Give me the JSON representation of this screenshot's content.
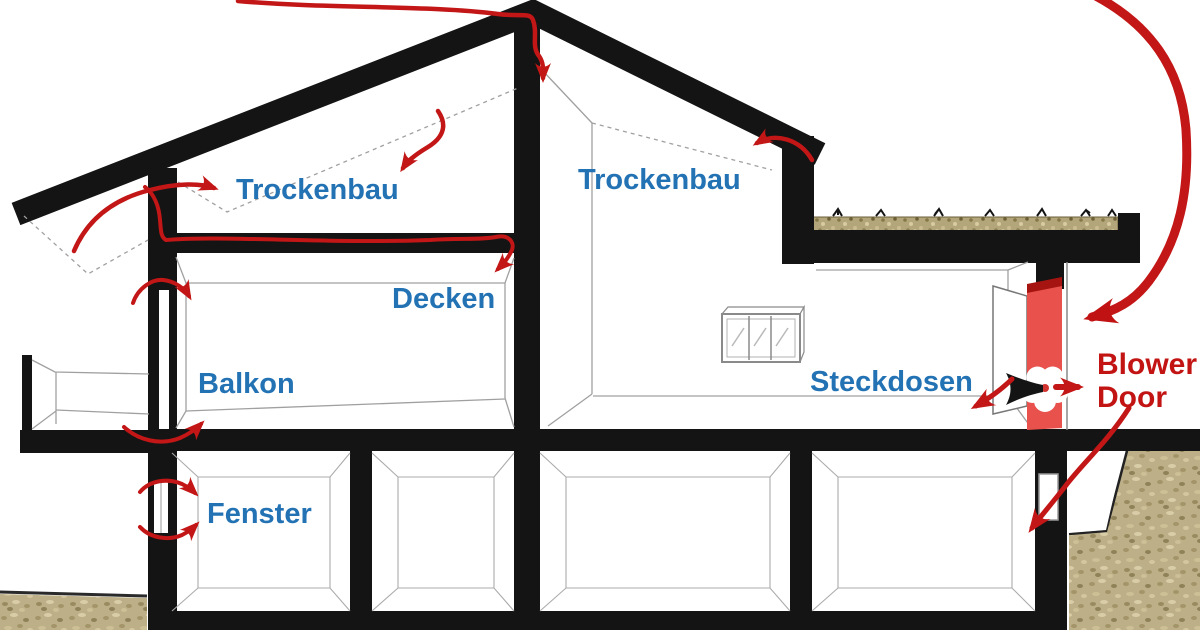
{
  "diagram": {
    "labels": {
      "trockenbau_left": "Trockenbau",
      "trockenbau_right": "Trockenbau",
      "decken": "Decken",
      "balkon": "Balkon",
      "fenster": "Fenster",
      "steckdosen": "Steckdosen"
    },
    "blower_door": {
      "line1": "Blower",
      "line2": "Door"
    },
    "colors": {
      "label_blue": "#2272b4",
      "arrow_red": "#c31616",
      "blower_text_red": "#c31414",
      "structure_black": "#141414",
      "door_red": "#e8514c",
      "ground_tan": "#bdb088",
      "gravel_tan": "#b3a67a"
    },
    "icons": [
      "fan-icon",
      "leak-arrow-icon",
      "green-roof-tufts-icon"
    ]
  }
}
